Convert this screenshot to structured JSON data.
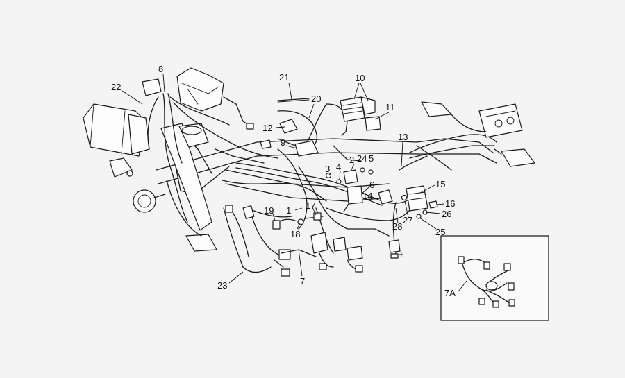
{
  "diagram": {
    "inset_label": "7A",
    "plus_sign": "+",
    "callouts": [
      "1",
      "2",
      "3",
      "4",
      "5",
      "6",
      "7",
      "8",
      "9",
      "10",
      "11",
      "12",
      "13",
      "14",
      "15",
      "16",
      "17",
      "18",
      "19",
      "20",
      "21",
      "22",
      "23",
      "24",
      "25",
      "26",
      "27",
      "28"
    ]
  }
}
